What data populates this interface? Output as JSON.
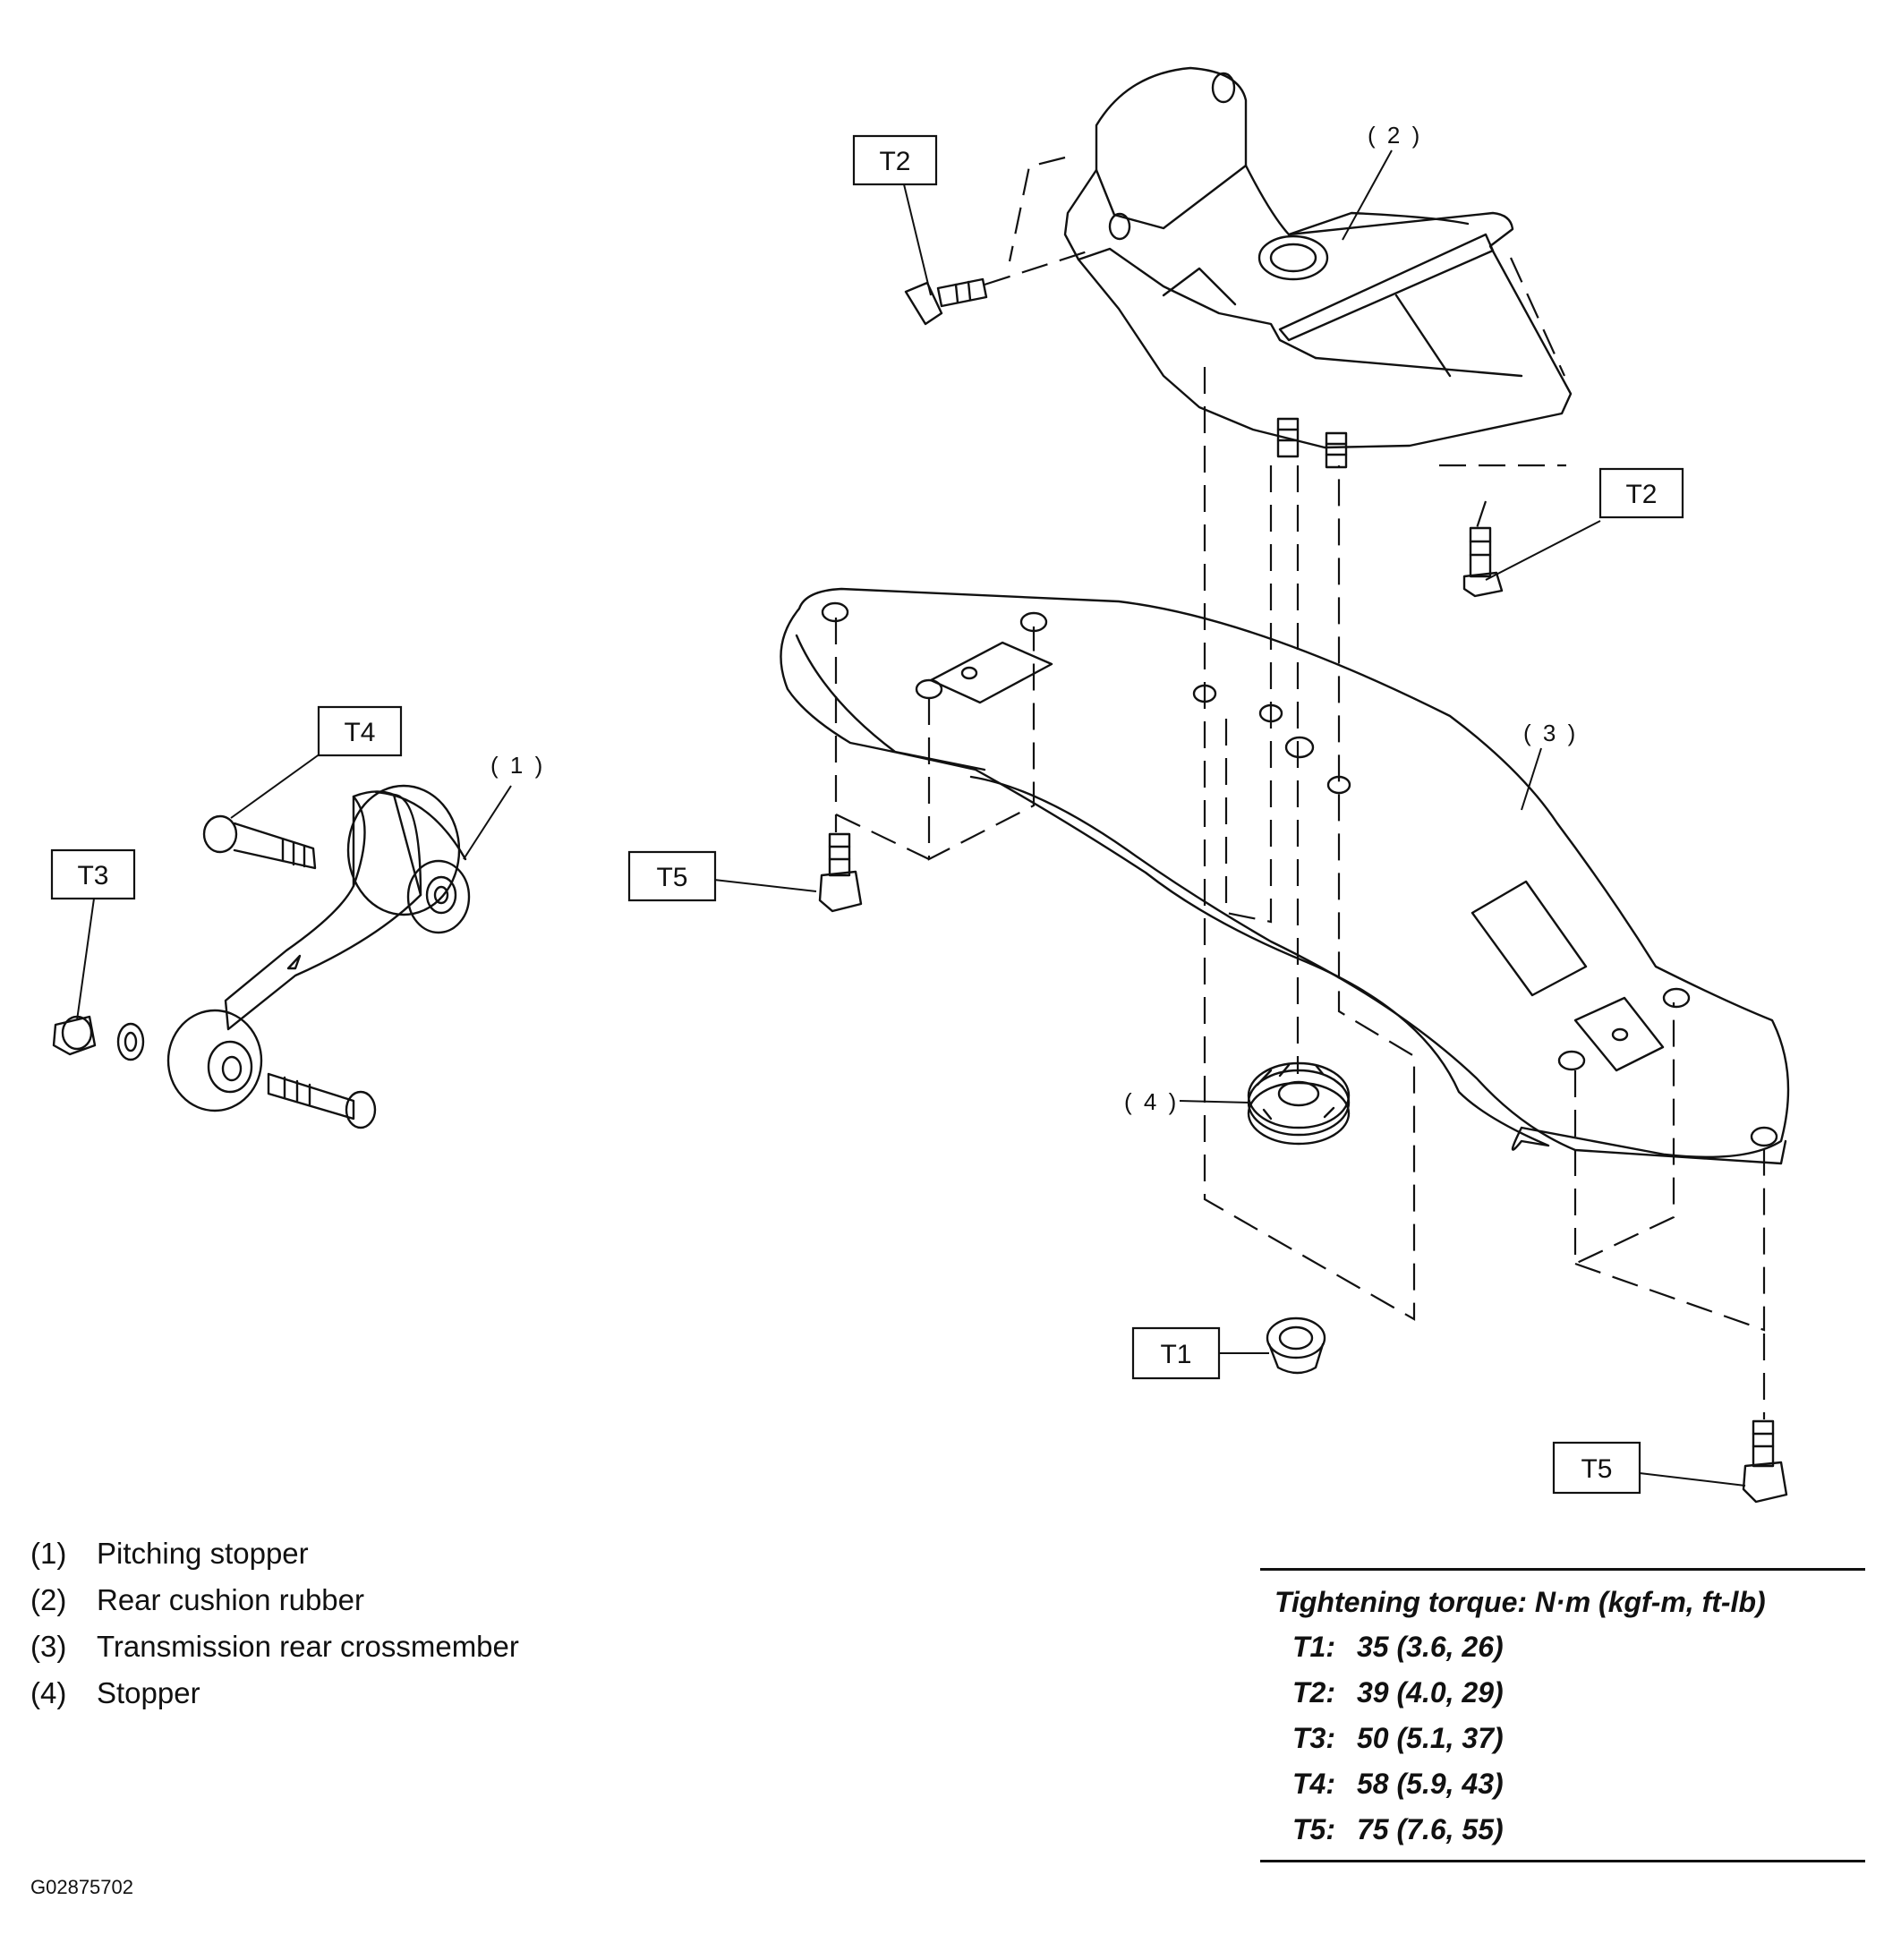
{
  "callouts": {
    "part_1": "( 1 )",
    "part_2": "( 2 )",
    "part_3": "( 3 )",
    "part_4": "( 4 )"
  },
  "torque_tags": {
    "t1": "T1",
    "t2_left": "T2",
    "t2_right": "T2",
    "t3": "T3",
    "t4": "T4",
    "t5_left": "T5",
    "t5_right": "T5"
  },
  "legend": [
    {
      "num": "(1)",
      "name": "Pitching stopper"
    },
    {
      "num": "(2)",
      "name": "Rear cushion rubber"
    },
    {
      "num": "(3)",
      "name": "Transmission rear crossmember"
    },
    {
      "num": "(4)",
      "name": "Stopper"
    }
  ],
  "torque_table": {
    "title": "Tightening torque: N·m (kgf-m, ft-lb)",
    "rows": [
      {
        "code": "T1:",
        "value": "35 (3.6, 26)"
      },
      {
        "code": "T2:",
        "value": "39 (4.0, 29)"
      },
      {
        "code": "T3:",
        "value": "50 (5.1, 37)"
      },
      {
        "code": "T4:",
        "value": "58 (5.9, 43)"
      },
      {
        "code": "T5:",
        "value": "75 (7.6, 55)"
      }
    ]
  },
  "figure_id": "G02875702"
}
